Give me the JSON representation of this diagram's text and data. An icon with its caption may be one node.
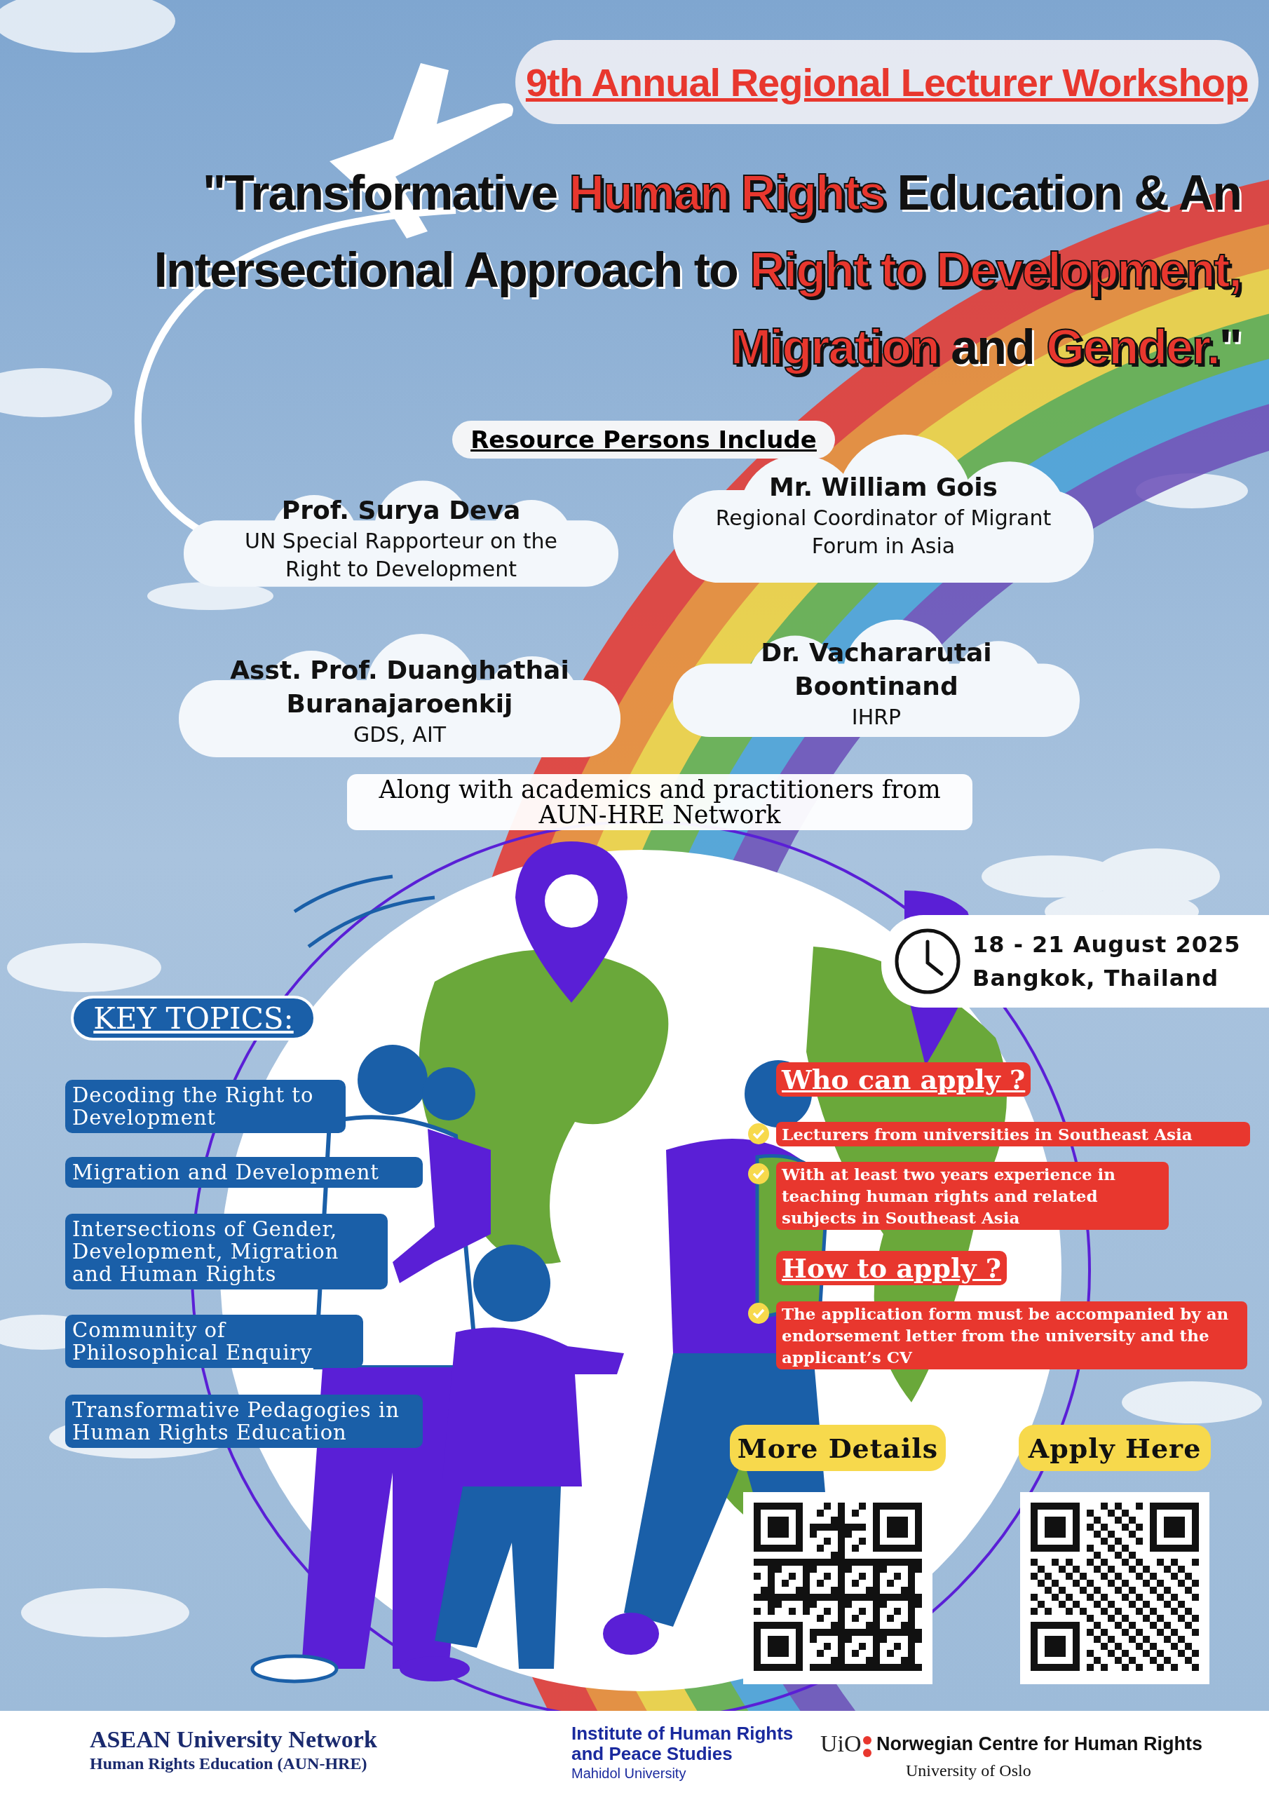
{
  "diagram": {
    "title": "9th Annual Regional Lecturer Workshop",
    "nodes": [
      {
        "text": [
          "Prof. Surya Deva",
          "UN Special Rapporteur on the Right to Development"
        ]
      },
      {
        "text": [
          "Mr. William Gois",
          "Regional Coordinator of Migrant Forum in Asia"
        ]
      },
      {
        "text": [
          "Asst. Prof. Duanghathai Buranajaroenkij",
          "GDS, AIT"
        ]
      },
      {
        "text": [
          "Dr. Vachararutai Boontinand",
          "IHRP"
        ]
      },
      {
        "text": [
          "18 - 21 August 2025",
          "Bangkok, Thailand"
        ]
      },
      {
        "text": [
          "KEY TOPICS:"
        ]
      },
      {
        "text": [
          "Decoding the Right to Development"
        ]
      },
      {
        "text": [
          "Migration and Development"
        ]
      },
      {
        "text": [
          "Intersections of Gender, Development, Migration and Human Rights"
        ]
      },
      {
        "text": [
          "Community of Philosophical Enquiry"
        ]
      },
      {
        "text": [
          "Transformative Pedagogies in Human Rights Education"
        ]
      },
      {
        "text": [
          "Who can apply ?"
        ]
      },
      {
        "text": [
          "Lecturers from universities in Southeast Asia"
        ]
      },
      {
        "text": [
          "With at least two years experience in teaching human rights and related subjects in Southeast Asia"
        ]
      },
      {
        "text": [
          "How to apply ?"
        ]
      },
      {
        "text": [
          "The application form must be accompanied by an endorsement letter from the university and the applicant’s CV"
        ]
      },
      {
        "text": [
          "More Details"
        ]
      },
      {
        "text": [
          "Apply Here"
        ]
      }
    ],
    "labels": [
      "\"Transformative **Human Rights** Education & An Intersectional Approach to **Right to Development, Migration** and **Gender.**\"",
      "Resource Persons Include",
      "Along with academics and practitioners from AUN-HRE Network",
      "ASEAN University Network",
      "Human Rights Education (AUN-HRE)",
      "Institute of Human Rights and Peace Studies",
      "Mahidol University",
      "UiO",
      "Norwegian Centre for Human Rights",
      "University of Oslo"
    ]
  }
}
